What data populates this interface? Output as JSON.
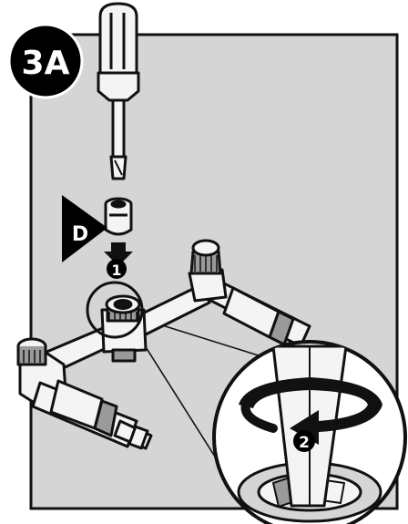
{
  "step": {
    "label": "3A"
  },
  "callouts": {
    "part": "D",
    "action_1": "1",
    "action_2": "2"
  },
  "colors": {
    "panel": "#d5d5d5",
    "outline": "#111111",
    "part_fill": "#f4f4f4",
    "shade": "#9a9a9a",
    "badge": "#000000"
  },
  "icons": [
    "screwdriver-icon",
    "press-down-arrow-icon",
    "rotate-arrow-icon"
  ]
}
